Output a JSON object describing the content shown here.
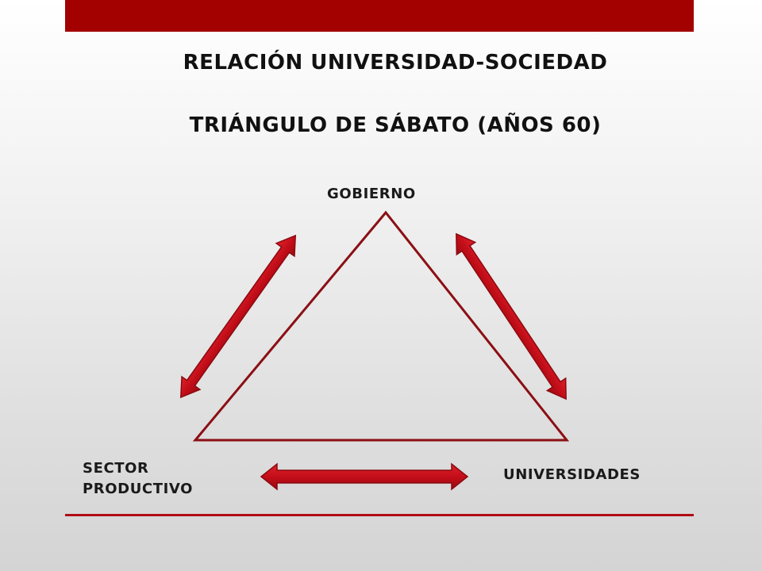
{
  "slide": {
    "title_line1": "RELACIÓN UNIVERSIDAD-SOCIEDAD",
    "title_line2": "TRIÁNGULO DE SÁBATO (AÑOS 60)"
  },
  "nodes": {
    "top": "GOBIERNO",
    "bottom_left_line1": "SECTOR",
    "bottom_left_line2": "PRODUCTIVO",
    "bottom_right": "UNIVERSIDADES"
  },
  "colors": {
    "accent_bar": "#a30000",
    "arrow_fill": "#c00d18",
    "arrow_stroke": "#8a0a10",
    "triangle_stroke": "#8b0f14",
    "rule": "#b00c14"
  },
  "arrows": [
    "double-arrow-sector-gobierno",
    "double-arrow-gobierno-universidades",
    "double-arrow-sector-universidades"
  ]
}
